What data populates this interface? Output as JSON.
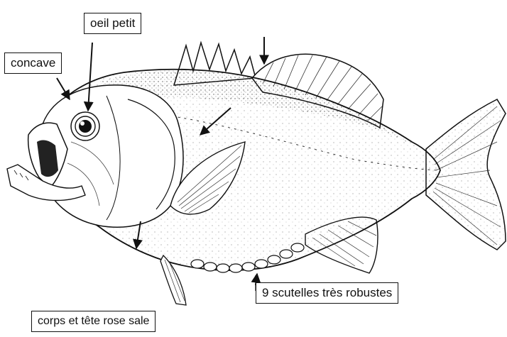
{
  "labels": {
    "eye": "oeil petit",
    "profile": "concave",
    "scutes": "9 scutelles très robustes",
    "color": "corps et tête rose sale"
  }
}
